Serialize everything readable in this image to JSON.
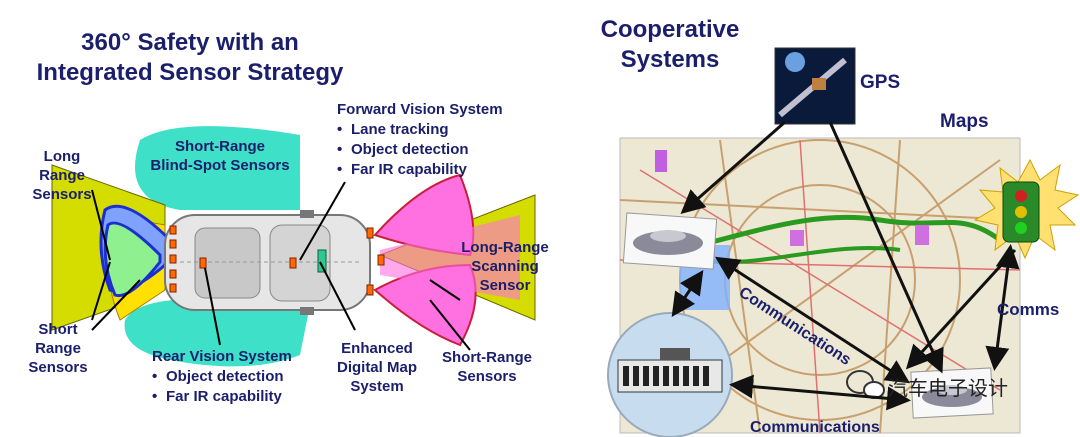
{
  "left_panel": {
    "title_line1": "360° Safety with an",
    "title_line2": "Integrated Sensor Strategy",
    "long_range_sensors": [
      "Long",
      "Range",
      "Sensors"
    ],
    "short_range_blind_spot": [
      "Short-Range",
      "Blind-Spot Sensors"
    ],
    "forward_vision": {
      "title": "Forward Vision System",
      "items": [
        "Lane tracking",
        "Object detection",
        "Far IR capability"
      ]
    },
    "long_range_scanning": [
      "Long-Range",
      "Scanning",
      "Sensor"
    ],
    "short_range_sensors_left": [
      "Short",
      "Range",
      "Sensors"
    ],
    "rear_vision": {
      "title": "Rear Vision System",
      "items": [
        "Object detection",
        "Far IR capability"
      ]
    },
    "digital_map": [
      "Enhanced",
      "Digital Map",
      "System"
    ],
    "short_range_sensors_right": [
      "Short-Range",
      "Sensors"
    ]
  },
  "right_panel": {
    "title": [
      "Cooperative",
      "Systems"
    ],
    "gps": "GPS",
    "maps": "Maps",
    "comms": "Comms",
    "communications_diagonal": "Communications",
    "communications_bottom": "Communications",
    "watermark": "汽车电子设计",
    "icons": [
      "satellite-icon",
      "traffic-light-icon",
      "building-icon",
      "car-photo-icon",
      "wechat-icon"
    ],
    "colors": {
      "navy": "#1b1f6b",
      "teal": "#3fe0c8",
      "yellow": "#d4dc00",
      "magenta": "#ff70e0",
      "blue": "#1a30d0"
    }
  }
}
